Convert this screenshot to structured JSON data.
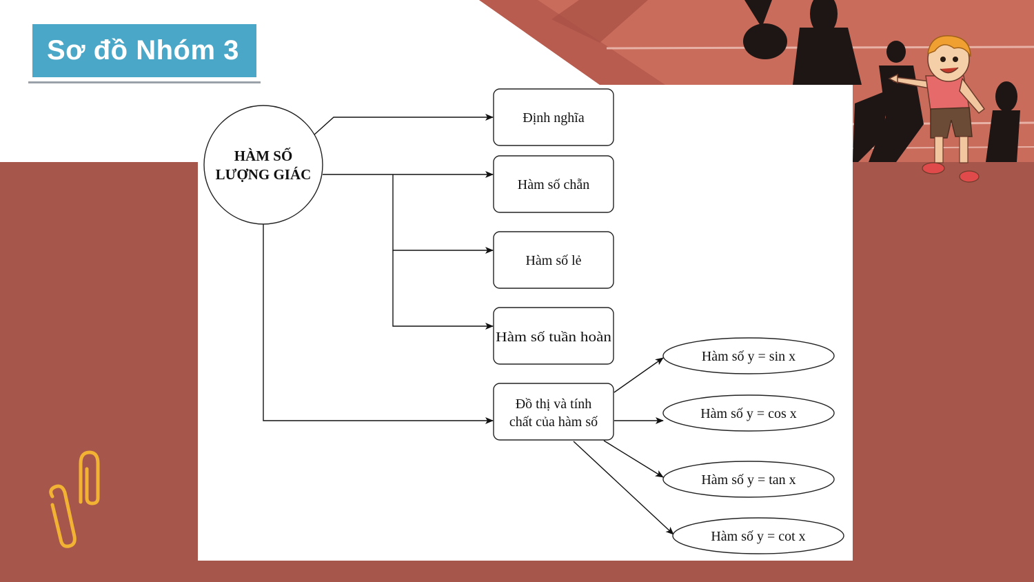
{
  "slide": {
    "title": "Sơ đồ Nhóm 3"
  },
  "diagram": {
    "root": {
      "line1": "HÀM SỐ",
      "line2": "LƯỢNG GIÁC"
    },
    "branches": [
      {
        "label": "Định nghĩa"
      },
      {
        "label": "Hàm số chẵn"
      },
      {
        "label": "Hàm số lẻ"
      },
      {
        "label": "Hàm số tuần hoàn"
      },
      {
        "line1": "Đồ thị và tính",
        "line2": "chất của hàm số"
      }
    ],
    "leaves": [
      {
        "label": "Hàm số y = sin x"
      },
      {
        "label": "Hàm số y = cos x"
      },
      {
        "label": "Hàm số y = tan x"
      },
      {
        "label": "Hàm số y = cot x"
      }
    ]
  },
  "colors": {
    "background_bottom": "#a6564b",
    "title_box": "#4aa7c7",
    "track": "#c96c5c",
    "clip": "#f2b233"
  },
  "icons": {
    "decoration_left": "paperclip-icon",
    "decoration_right": "cartoon-boy-pointing"
  }
}
